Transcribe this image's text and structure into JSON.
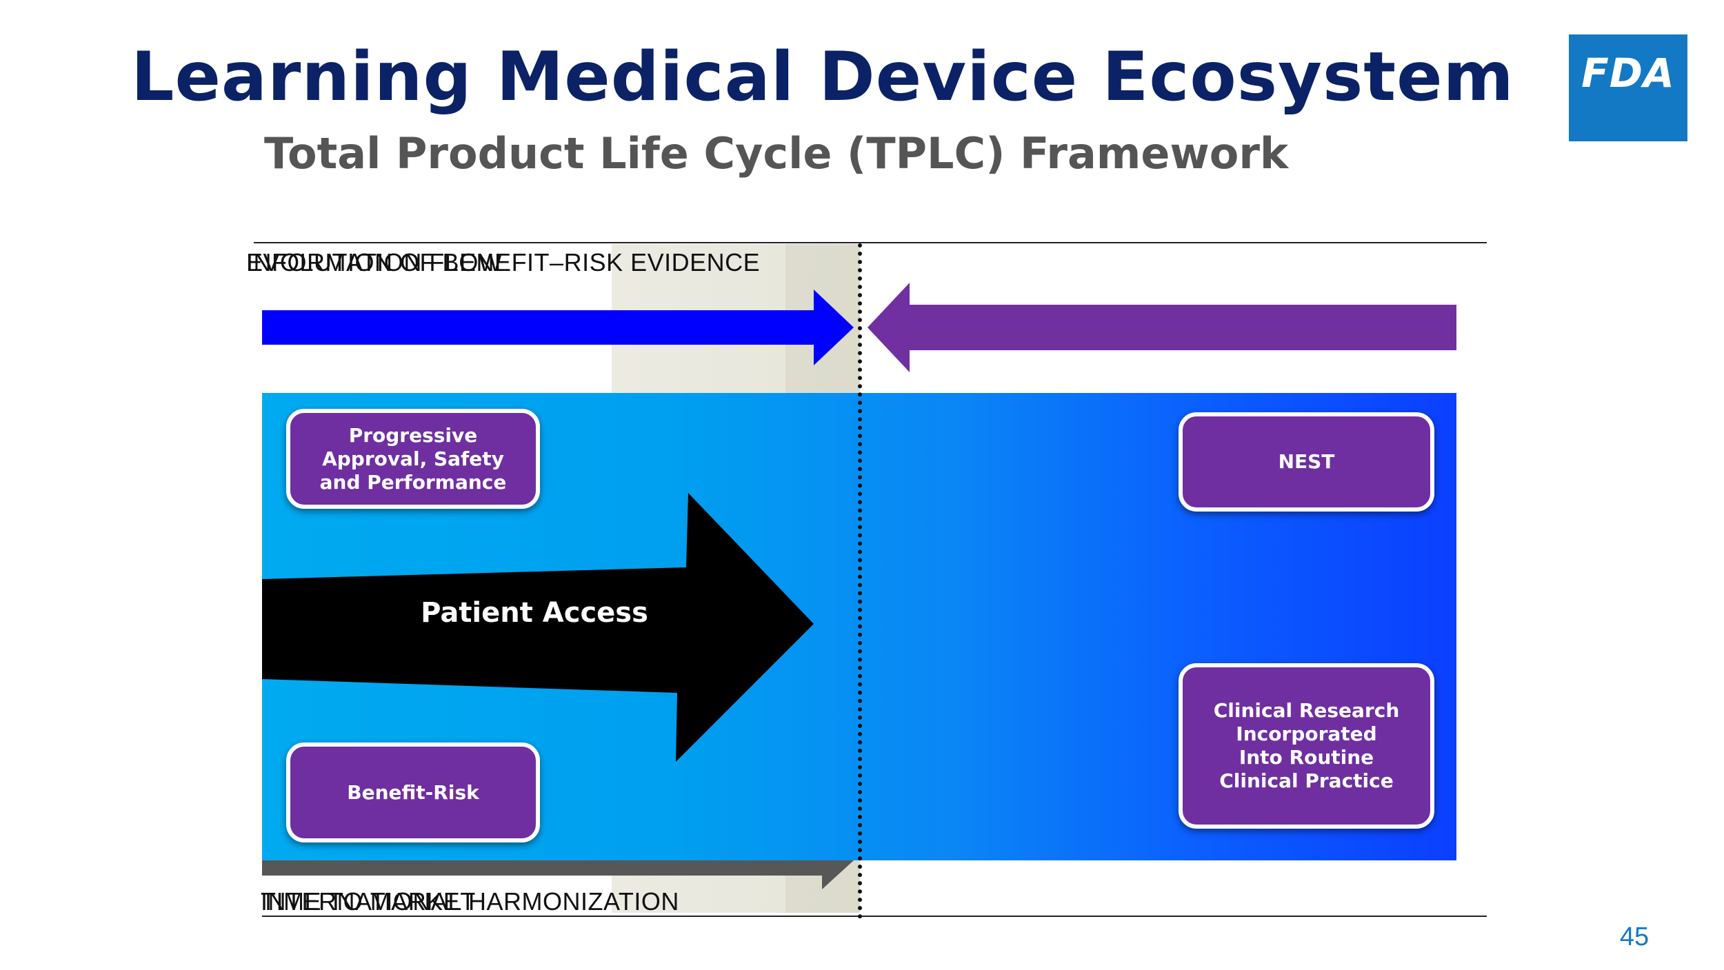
{
  "header": {
    "title": "Learning Medical Device Ecosystem",
    "subtitle": "Total Product Life Cycle (TPLC) Framework",
    "logo_text": "FDA"
  },
  "diagram": {
    "top_labels": [
      "EVOLUTION OF BENEFIT–RISK EVIDENCE",
      "INFORMATION FLOW"
    ],
    "bottom_labels": [
      "INTERNATIONAL HARMONIZATION",
      "TIME TO MARKET"
    ],
    "arrow_label": "Patient Access",
    "boxes": {
      "progressive": "Progressive\nApproval, Safety\nand Performance",
      "benefit_risk": "Benefit-Risk",
      "nest": "NEST",
      "clinical": "Clinical Research\nIncorporated\nInto Routine\nClinical Practice"
    }
  },
  "colors": {
    "title": "#0b2266",
    "subtitle": "#555555",
    "fda_blue": "#1479c4",
    "premarket_arrow": "#0000ff",
    "postmarket_arrow": "#7030a0",
    "box_purple": "#6f2fa0"
  },
  "footer": {
    "page_number": "45"
  }
}
